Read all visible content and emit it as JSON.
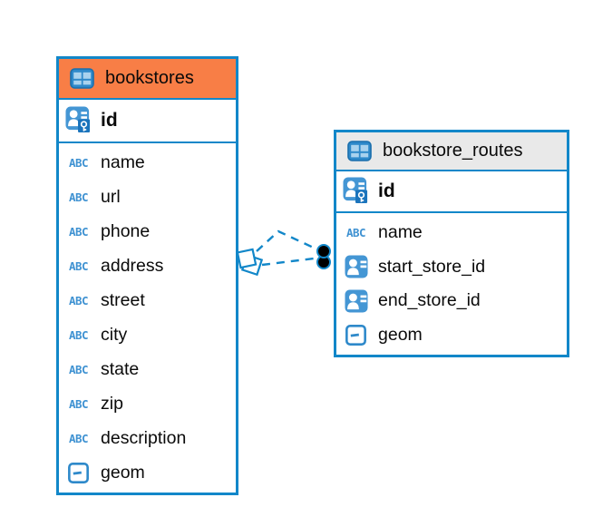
{
  "diagram": {
    "kind": "entity-relationship-diagram",
    "entity_count": 2
  },
  "colors": {
    "accent_blue": "#1287C9",
    "header_orange": "#F87E46",
    "header_gray": "#E9E9E9",
    "icon_blue": "#4496D4",
    "text_icon_blue": "#3F92D2",
    "relationship_dot_fill": "#000000"
  },
  "icons": {
    "text_glyph": "ABC"
  },
  "tables": [
    {
      "name": "bookstores",
      "header_color": "#F87E46",
      "primary_key": {
        "name": "id",
        "type": "id-key"
      },
      "columns": [
        {
          "name": "name",
          "type": "text"
        },
        {
          "name": "url",
          "type": "text"
        },
        {
          "name": "phone",
          "type": "text"
        },
        {
          "name": "address",
          "type": "text"
        },
        {
          "name": "street",
          "type": "text"
        },
        {
          "name": "city",
          "type": "text"
        },
        {
          "name": "state",
          "type": "text"
        },
        {
          "name": "zip",
          "type": "text"
        },
        {
          "name": "description",
          "type": "text"
        },
        {
          "name": "geom",
          "type": "geometry"
        }
      ]
    },
    {
      "name": "bookstore_routes",
      "header_color": "#E9E9E9",
      "primary_key": {
        "name": "id",
        "type": "id-key"
      },
      "columns": [
        {
          "name": "name",
          "type": "text"
        },
        {
          "name": "start_store_id",
          "type": "reference"
        },
        {
          "name": "end_store_id",
          "type": "reference"
        },
        {
          "name": "geom",
          "type": "geometry"
        }
      ]
    }
  ],
  "relationships": [
    {
      "from_table": "bookstore_routes",
      "to_table": "bookstores",
      "line_style": "dashed"
    },
    {
      "from_table": "bookstore_routes",
      "to_table": "bookstores",
      "line_style": "dashed"
    }
  ]
}
